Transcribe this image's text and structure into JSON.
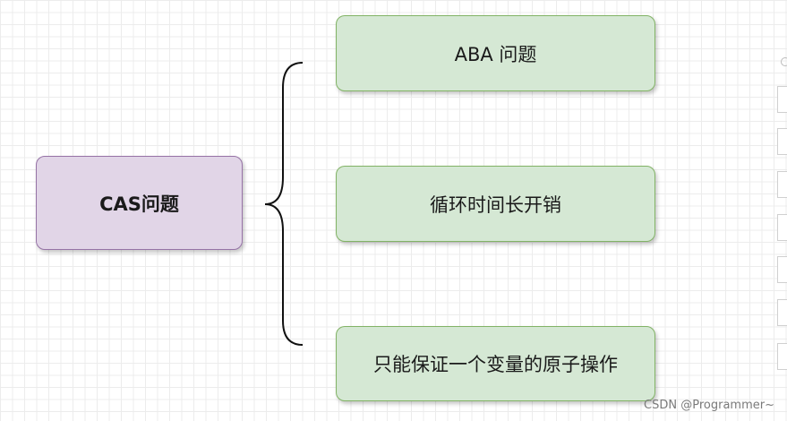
{
  "diagram": {
    "root": {
      "label": "CAS问题"
    },
    "children": [
      {
        "label": "ABA 问题"
      },
      {
        "label": "循环时间长开销"
      },
      {
        "label": "只能保证一个变量的原子操作"
      }
    ]
  },
  "colors": {
    "root_fill": "#e1d5e7",
    "root_stroke": "#9673a6",
    "child_fill": "#d5e8d4",
    "child_stroke": "#82b366"
  },
  "watermark": "CSDN @Programmer~"
}
